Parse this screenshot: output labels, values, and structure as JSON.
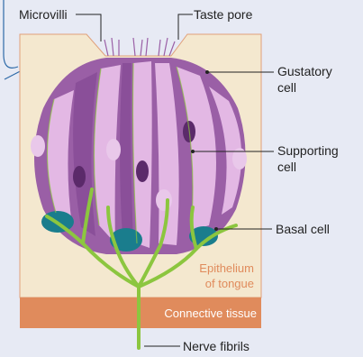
{
  "labels": {
    "microvilli": "Microvilli",
    "taste_pore": "Taste pore",
    "gustatory_cell_1": "Gustatory",
    "gustatory_cell_2": "cell",
    "supporting_cell_1": "Supporting",
    "supporting_cell_2": "cell",
    "basal_cell": "Basal cell",
    "epithelium_1": "Epithelium",
    "epithelium_2": "of tongue",
    "connective_tissue": "Connective tissue",
    "nerve_fibrils": "Nerve fibrils"
  },
  "colors": {
    "background": "#e7eaf4",
    "epithelium": "#f4e8cf",
    "connective_tissue": "#e08b5c",
    "gustatory_cell": "#9a5fa6",
    "supporting_cell": "#e3b8e4",
    "basal_cell": "#1a7d8d",
    "nerve": "#8cc63f",
    "label_region_text": "#e08b5c",
    "connective_text": "#ffffff",
    "outline_blue": "#2e6aa8"
  }
}
